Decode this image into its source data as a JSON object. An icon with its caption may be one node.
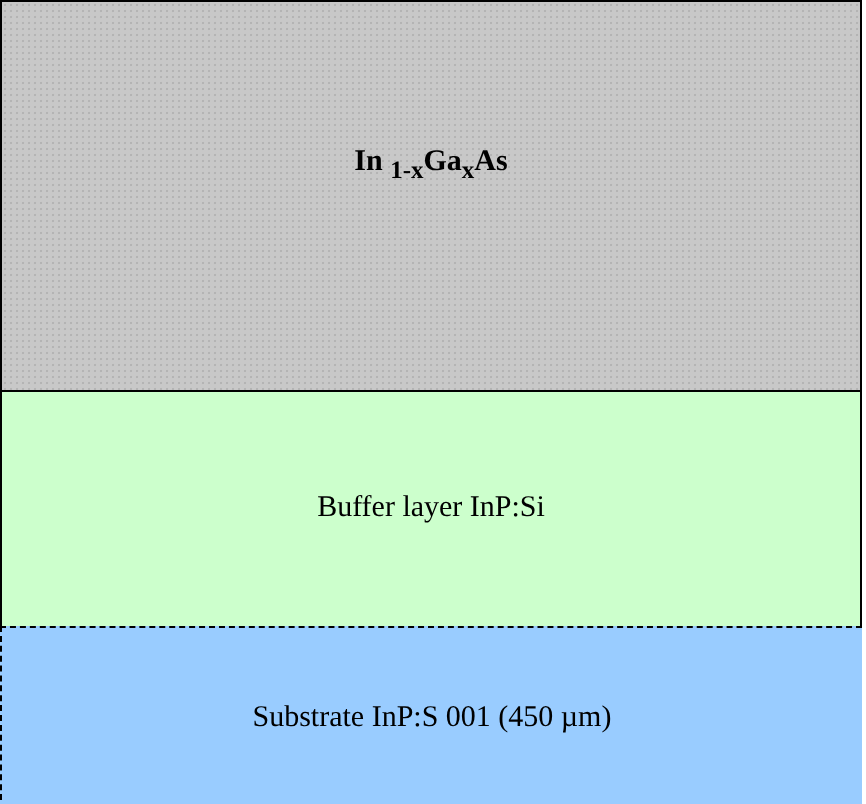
{
  "diagram": {
    "nodes": [
      {
        "text": [
          "In $_{1-x}$Ga$_{x}$As"
        ]
      },
      {
        "text": [
          "Buffer layer InP:Si"
        ]
      },
      {
        "text": [
          "Substrate InP:S 001 (450 µm)"
        ]
      }
    ]
  }
}
